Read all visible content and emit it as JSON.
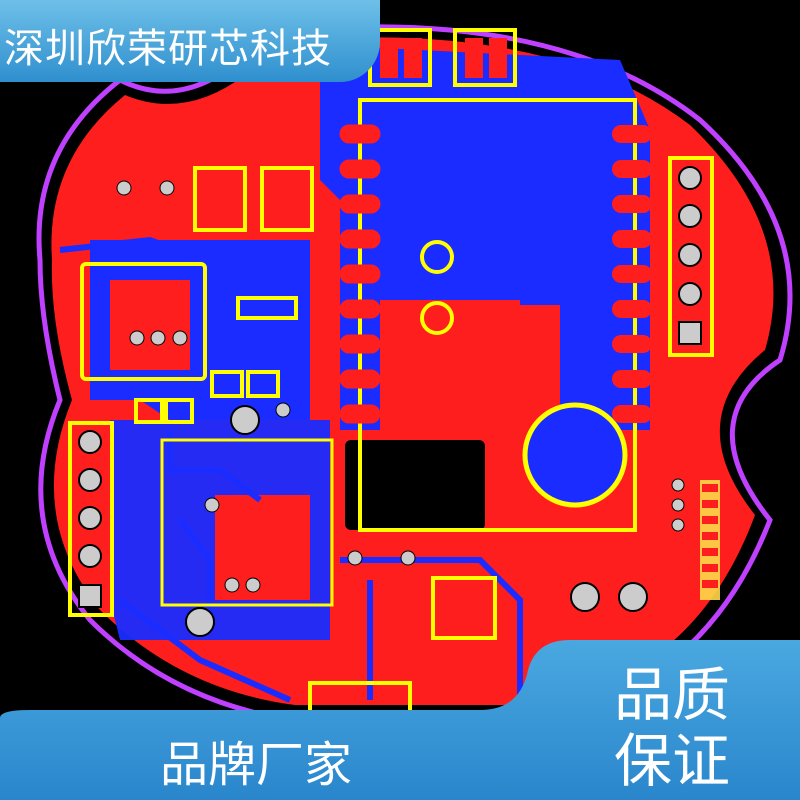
{
  "company_name": "深圳欣荣研芯科技",
  "tagline_left": "品牌厂家",
  "tagline_right_line1": "品质",
  "tagline_right_line2": "保证",
  "colors": {
    "background": "#000000",
    "copper_top": "#ff1e1e",
    "copper_bottom": "#1a2cff",
    "silkscreen": "#ffff00",
    "outline": "#c040ff",
    "banner": "#3a9ad8",
    "pad": "#cccccc"
  }
}
